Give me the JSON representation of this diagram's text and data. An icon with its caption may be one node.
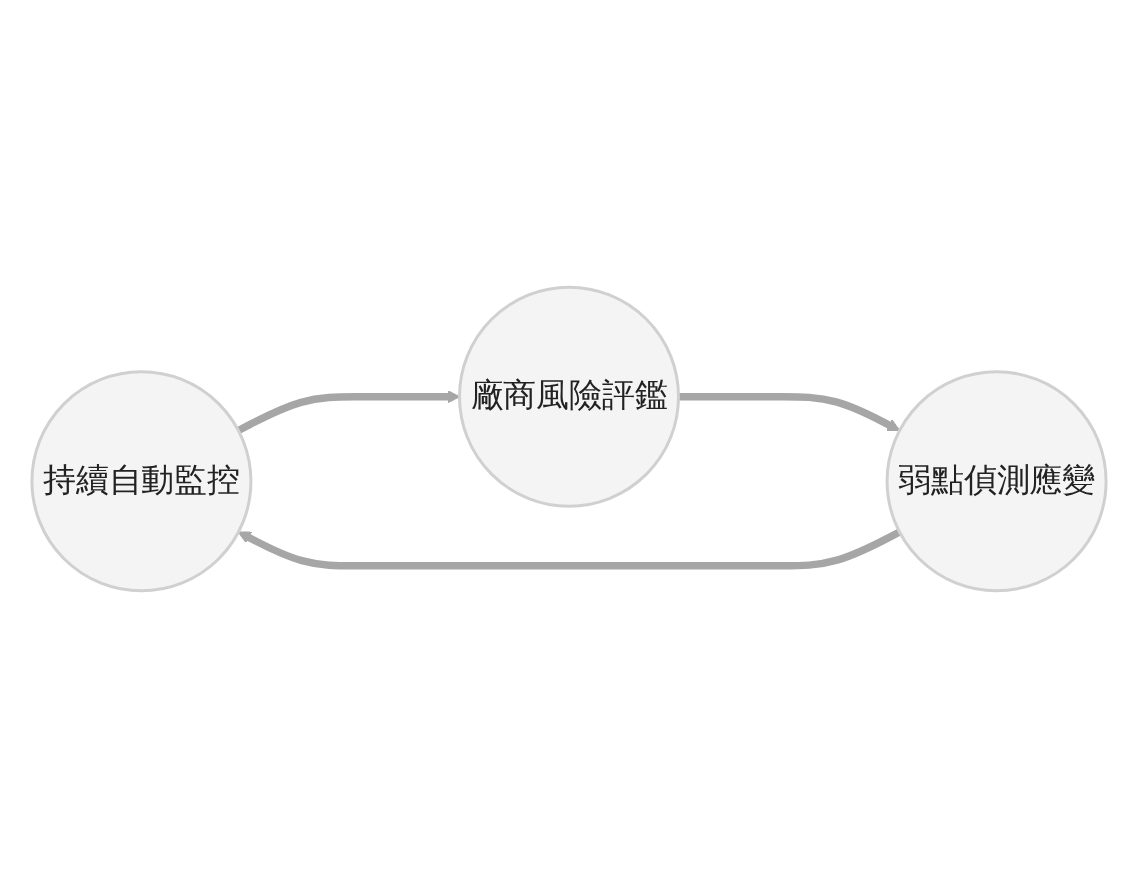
{
  "diagram": {
    "nodes": [
      {
        "text": [
          "持續自動監控"
        ]
      },
      {
        "text": [
          "廠商風險評鑑"
        ]
      },
      {
        "text": [
          "弱點偵測應變"
        ]
      }
    ],
    "edges": [
      {
        "from": 0,
        "to": 1,
        "arrow": "to"
      },
      {
        "from": 1,
        "to": 2,
        "arrow": "to"
      },
      {
        "from": 2,
        "to": 0,
        "arrow": "to"
      }
    ]
  }
}
